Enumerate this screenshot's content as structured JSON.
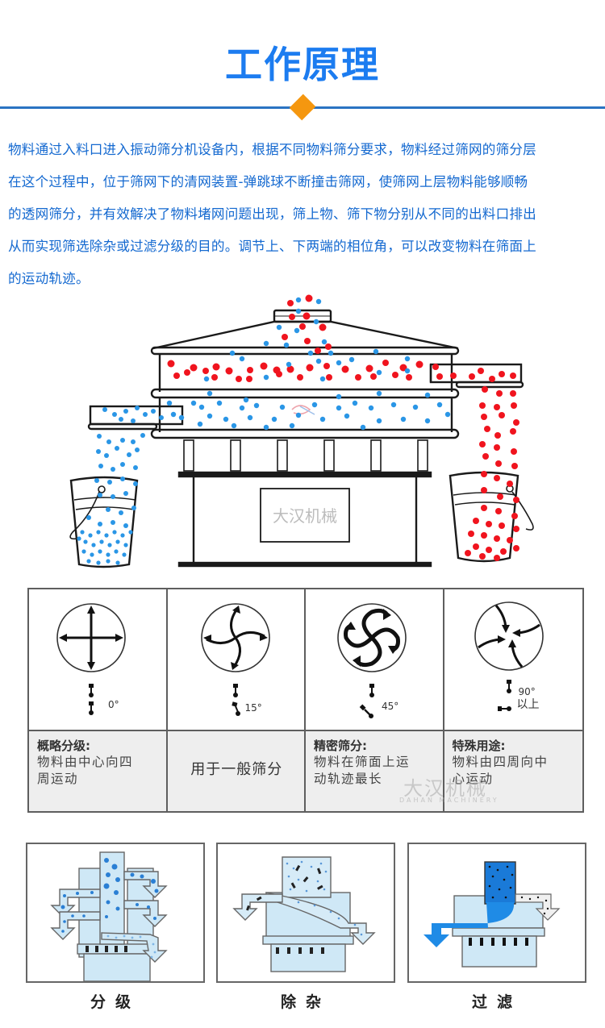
{
  "header": {
    "title": "工作原理",
    "accent_colors": {
      "title": "#1c7cf0",
      "rule": "#2a73c2",
      "diamond": "#f5970f"
    }
  },
  "intro": {
    "lines": [
      "物料通过入料口进入振动筛分机设备内，根据不同物料筛分要求，物料经过筛网的筛分层",
      "在这个过程中，位于筛网下的清网装置-弹跳球不断撞击筛网，使筛网上层物料能够顺畅",
      "的透网筛分，并有效解决了物料堵网问题出现，筛上物、筛下物分别从不同的出料口排出",
      "从而实现筛选除杂或过滤分级的目的。调节上、下两端的相位角，可以改变物料在筛面上",
      "的运动轨迹。"
    ]
  },
  "machine_diagram": {
    "nameplate": "大汉机械",
    "colors": {
      "oversize": "#f0141e",
      "undersize": "#2a96e6",
      "line": "#1a1a1a"
    }
  },
  "motion_modes": [
    {
      "angle": "0°",
      "angle_extra": "",
      "title": "概略分级:",
      "desc": "物料由中心向四周运动",
      "desc_lines": [
        "物料由中心向四",
        "周运动"
      ]
    },
    {
      "angle": "15°",
      "angle_extra": "",
      "title": "",
      "desc": "用于一般筛分",
      "desc_lines": [
        "用于一般筛分"
      ]
    },
    {
      "angle": "45°",
      "angle_extra": "",
      "title": "精密筛分:",
      "desc": "物料在筛面上运动轨迹最长",
      "desc_lines": [
        "物料在筛面上运",
        "动轨迹最长"
      ]
    },
    {
      "angle": "90°",
      "angle_extra": "以上",
      "title": "特殊用途:",
      "desc": "物料由四周向中心运动",
      "desc_lines": [
        "物料由四周向中",
        "心运动"
      ]
    }
  ],
  "watermark": {
    "text": "大汉机械",
    "sub": "DAHAN MACHINERY"
  },
  "applications": [
    {
      "label": "分级"
    },
    {
      "label": "除杂"
    },
    {
      "label": "过滤"
    }
  ]
}
